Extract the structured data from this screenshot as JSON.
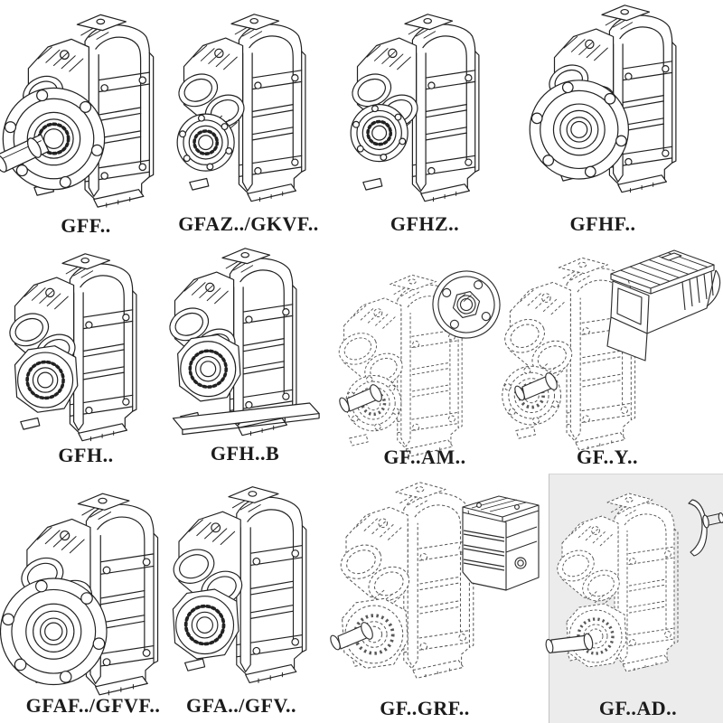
{
  "colors": {
    "line": "#222222",
    "phantom": "#585858",
    "panel": "#ececec",
    "label": "#1b1b1b"
  },
  "figures": [
    {
      "label": "GFF..",
      "drawing": "solid gearbox with output flange and solid shaft"
    },
    {
      "label": "GFAZ../GKVF..",
      "drawing": "solid gearbox with small output flange"
    },
    {
      "label": "GFHZ..",
      "drawing": "solid gearbox with small output flange"
    },
    {
      "label": "GFHF..",
      "drawing": "solid gearbox with output flange, hollow shaft"
    },
    {
      "label": "GFH..",
      "drawing": "solid gearbox with hollow shaft bearing boss"
    },
    {
      "label": "GFH..B",
      "drawing": "solid gearbox with hollow shaft and base plate"
    },
    {
      "label": "GF..AM..",
      "drawing": "phantom gearbox with solid motor adapter flange"
    },
    {
      "label": "GF..Y..",
      "drawing": "phantom gearbox with solid mounted motor"
    },
    {
      "label": "GFAF../GFVF..",
      "drawing": "solid gearbox with output flange, hollow shaft"
    },
    {
      "label": "GFA../GFV..",
      "drawing": "solid gearbox with hollow shaft bearing boss"
    },
    {
      "label": "GF..GRF..",
      "drawing": "phantom gearbox with solid ribbed input unit"
    },
    {
      "label": "GF..AD..",
      "drawing": "phantom gearbox with solid input shaft adapter"
    }
  ]
}
